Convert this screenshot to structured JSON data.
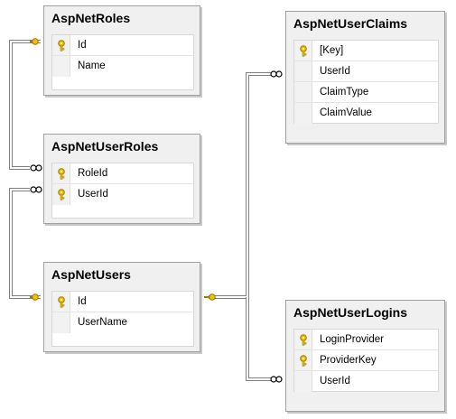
{
  "colors": {
    "key_gold": "#f2c200",
    "key_outline": "#9a7a00",
    "line": "#808080"
  },
  "tables": {
    "roles": {
      "title": "AspNetRoles",
      "columns": [
        {
          "name": "Id",
          "key": true
        },
        {
          "name": "Name",
          "key": false
        }
      ]
    },
    "user_roles": {
      "title": "AspNetUserRoles",
      "columns": [
        {
          "name": "RoleId",
          "key": true
        },
        {
          "name": "UserId",
          "key": true
        }
      ]
    },
    "users": {
      "title": "AspNetUsers",
      "columns": [
        {
          "name": "Id",
          "key": true
        },
        {
          "name": "UserName",
          "key": false
        }
      ]
    },
    "claims": {
      "title": "AspNetUserClaims",
      "columns": [
        {
          "name": "[Key]",
          "key": true
        },
        {
          "name": "UserId",
          "key": false
        },
        {
          "name": "ClaimType",
          "key": false
        },
        {
          "name": "ClaimValue",
          "key": false
        }
      ]
    },
    "logins": {
      "title": "AspNetUserLogins",
      "columns": [
        {
          "name": "LoginProvider",
          "key": true
        },
        {
          "name": "ProviderKey",
          "key": true
        },
        {
          "name": "UserId",
          "key": false
        }
      ]
    }
  }
}
